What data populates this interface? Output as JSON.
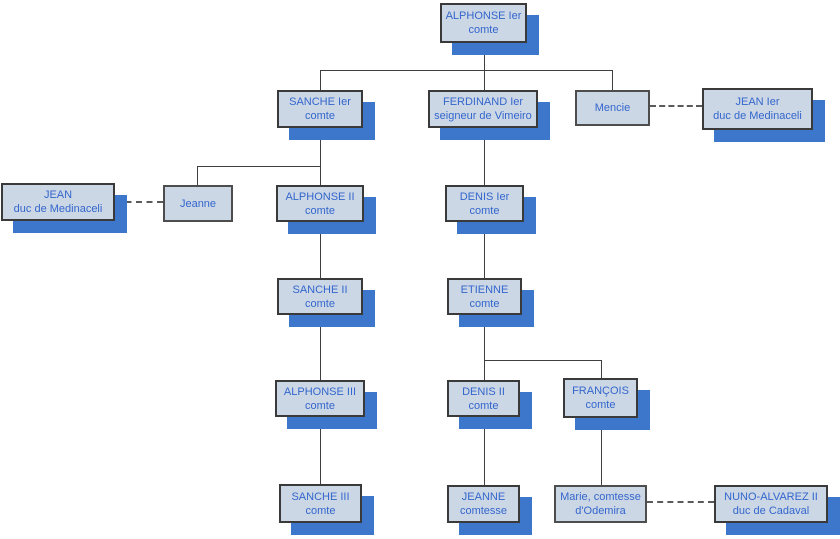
{
  "diagram_type": "genealogy-tree",
  "colors": {
    "box_fill": "#ccd7e6",
    "box_border": "#3a3a3a",
    "text": "#3366cc",
    "shadow_blue": "#3c77cb",
    "connector": "#3f3f3f",
    "background": "#ffffff"
  },
  "nodes": [
    {
      "line1": "ALPHONSE Ier",
      "line2": "comte"
    },
    {
      "line1": "SANCHE Ier",
      "line2": "comte"
    },
    {
      "line1": "FERDINAND Ier",
      "line2": "seigneur de Vimeiro"
    },
    {
      "line1": "Mencie",
      "line2": ""
    },
    {
      "line1": "JEAN Ier",
      "line2": "duc de Medinaceli"
    },
    {
      "line1": "JEAN",
      "line2": "duc de Medinaceli"
    },
    {
      "line1": "Jeanne",
      "line2": ""
    },
    {
      "line1": "ALPHONSE II",
      "line2": "comte"
    },
    {
      "line1": "DENIS Ier",
      "line2": "comte"
    },
    {
      "line1": "SANCHE II",
      "line2": "comte"
    },
    {
      "line1": "ETIENNE",
      "line2": "comte"
    },
    {
      "line1": "ALPHONSE III",
      "line2": "comte"
    },
    {
      "line1": "DENIS II",
      "line2": "comte"
    },
    {
      "line1": "FRANÇOIS",
      "line2": "comte"
    },
    {
      "line1": "SANCHE III",
      "line2": "comte"
    },
    {
      "line1": "JEANNE",
      "line2": "comtesse"
    },
    {
      "line1": "Marie, comtesse",
      "line2": "d'Odemira"
    },
    {
      "line1": "NUNO-ALVAREZ II",
      "line2": "duc de Cadaval"
    }
  ],
  "edges": {
    "parent_child": [
      [
        "ALPHONSE Ier",
        "SANCHE Ier"
      ],
      [
        "ALPHONSE Ier",
        "FERDINAND Ier"
      ],
      [
        "ALPHONSE Ier",
        "Mencie"
      ],
      [
        "SANCHE Ier",
        "Jeanne"
      ],
      [
        "SANCHE Ier",
        "ALPHONSE II"
      ],
      [
        "FERDINAND Ier",
        "DENIS Ier"
      ],
      [
        "ALPHONSE II",
        "SANCHE II"
      ],
      [
        "SANCHE II",
        "ALPHONSE III"
      ],
      [
        "ALPHONSE III",
        "SANCHE III"
      ],
      [
        "DENIS Ier",
        "ETIENNE"
      ],
      [
        "ETIENNE",
        "DENIS II"
      ],
      [
        "ETIENNE",
        "FRANÇOIS"
      ],
      [
        "DENIS II",
        "JEANNE"
      ],
      [
        "FRANÇOIS",
        "Marie, comtesse d'Odemira"
      ]
    ],
    "marriage_dashed": [
      [
        "Mencie",
        "JEAN Ier duc de Medinaceli"
      ],
      [
        "JEAN duc de Medinaceli",
        "Jeanne"
      ],
      [
        "Marie, comtesse d'Odemira",
        "NUNO-ALVAREZ II duc de Cadaval"
      ]
    ]
  }
}
